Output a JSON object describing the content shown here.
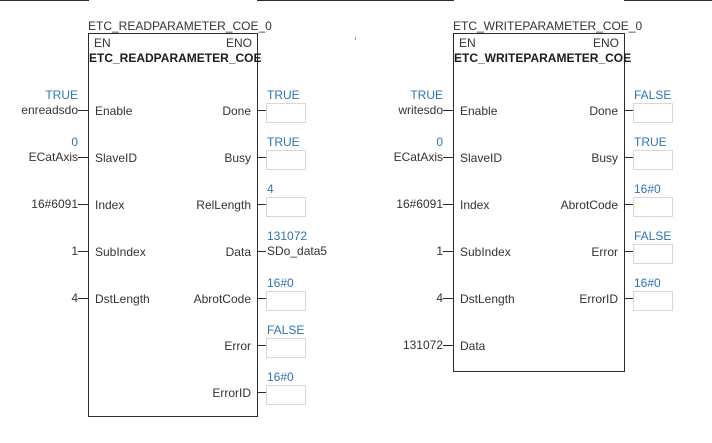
{
  "editor": {
    "language": "FBD",
    "colors": {
      "online_value": "#2e74b5",
      "text": "#333333",
      "line": "#2b2b2b",
      "value_box_border": "#d8d8d8",
      "background": "#ffffff"
    }
  },
  "blocks": [
    {
      "instance_name": "ETC_READPARAMETER_COE_0",
      "type_name": "ETC_READPARAMETER_COE",
      "en_label": "EN",
      "eno_label": "ENO",
      "inputs": [
        {
          "label": "Enable",
          "operand": "enreadsdo",
          "value": "TRUE"
        },
        {
          "label": "SlaveID",
          "operand": "ECatAxis",
          "value": "0"
        },
        {
          "label": "Index",
          "operand": "16#6091",
          "value": ""
        },
        {
          "label": "SubIndex",
          "operand": "1",
          "value": ""
        },
        {
          "label": "DstLength",
          "operand": "4",
          "value": ""
        }
      ],
      "outputs": [
        {
          "label": "Done",
          "value": "TRUE",
          "operand": ""
        },
        {
          "label": "Busy",
          "value": "TRUE",
          "operand": ""
        },
        {
          "label": "RelLength",
          "value": "4",
          "operand": ""
        },
        {
          "label": "Data",
          "value": "131072",
          "operand": "SDo_data5"
        },
        {
          "label": "AbrotCode",
          "value": "16#0",
          "operand": ""
        },
        {
          "label": "Error",
          "value": "FALSE",
          "operand": ""
        },
        {
          "label": "ErrorID",
          "value": "16#0",
          "operand": ""
        }
      ]
    },
    {
      "instance_name": "ETC_WRITEPARAMETER_COE_0",
      "type_name": "ETC_WRITEPARAMETER_COE",
      "en_label": "EN",
      "eno_label": "ENO",
      "inputs": [
        {
          "label": "Enable",
          "operand": "writesdo",
          "value": "TRUE"
        },
        {
          "label": "SlaveID",
          "operand": "ECatAxis",
          "value": "0"
        },
        {
          "label": "Index",
          "operand": "16#6091",
          "value": ""
        },
        {
          "label": "SubIndex",
          "operand": "1",
          "value": ""
        },
        {
          "label": "DstLength",
          "operand": "4",
          "value": ""
        },
        {
          "label": "Data",
          "operand": "131072",
          "value": ""
        }
      ],
      "outputs": [
        {
          "label": "Done",
          "value": "FALSE",
          "operand": ""
        },
        {
          "label": "Busy",
          "value": "TRUE",
          "operand": ""
        },
        {
          "label": "AbrotCode",
          "value": "16#0",
          "operand": ""
        },
        {
          "label": "Error",
          "value": "FALSE",
          "operand": ""
        },
        {
          "label": "ErrorID",
          "value": "16#0",
          "operand": ""
        }
      ]
    }
  ]
}
